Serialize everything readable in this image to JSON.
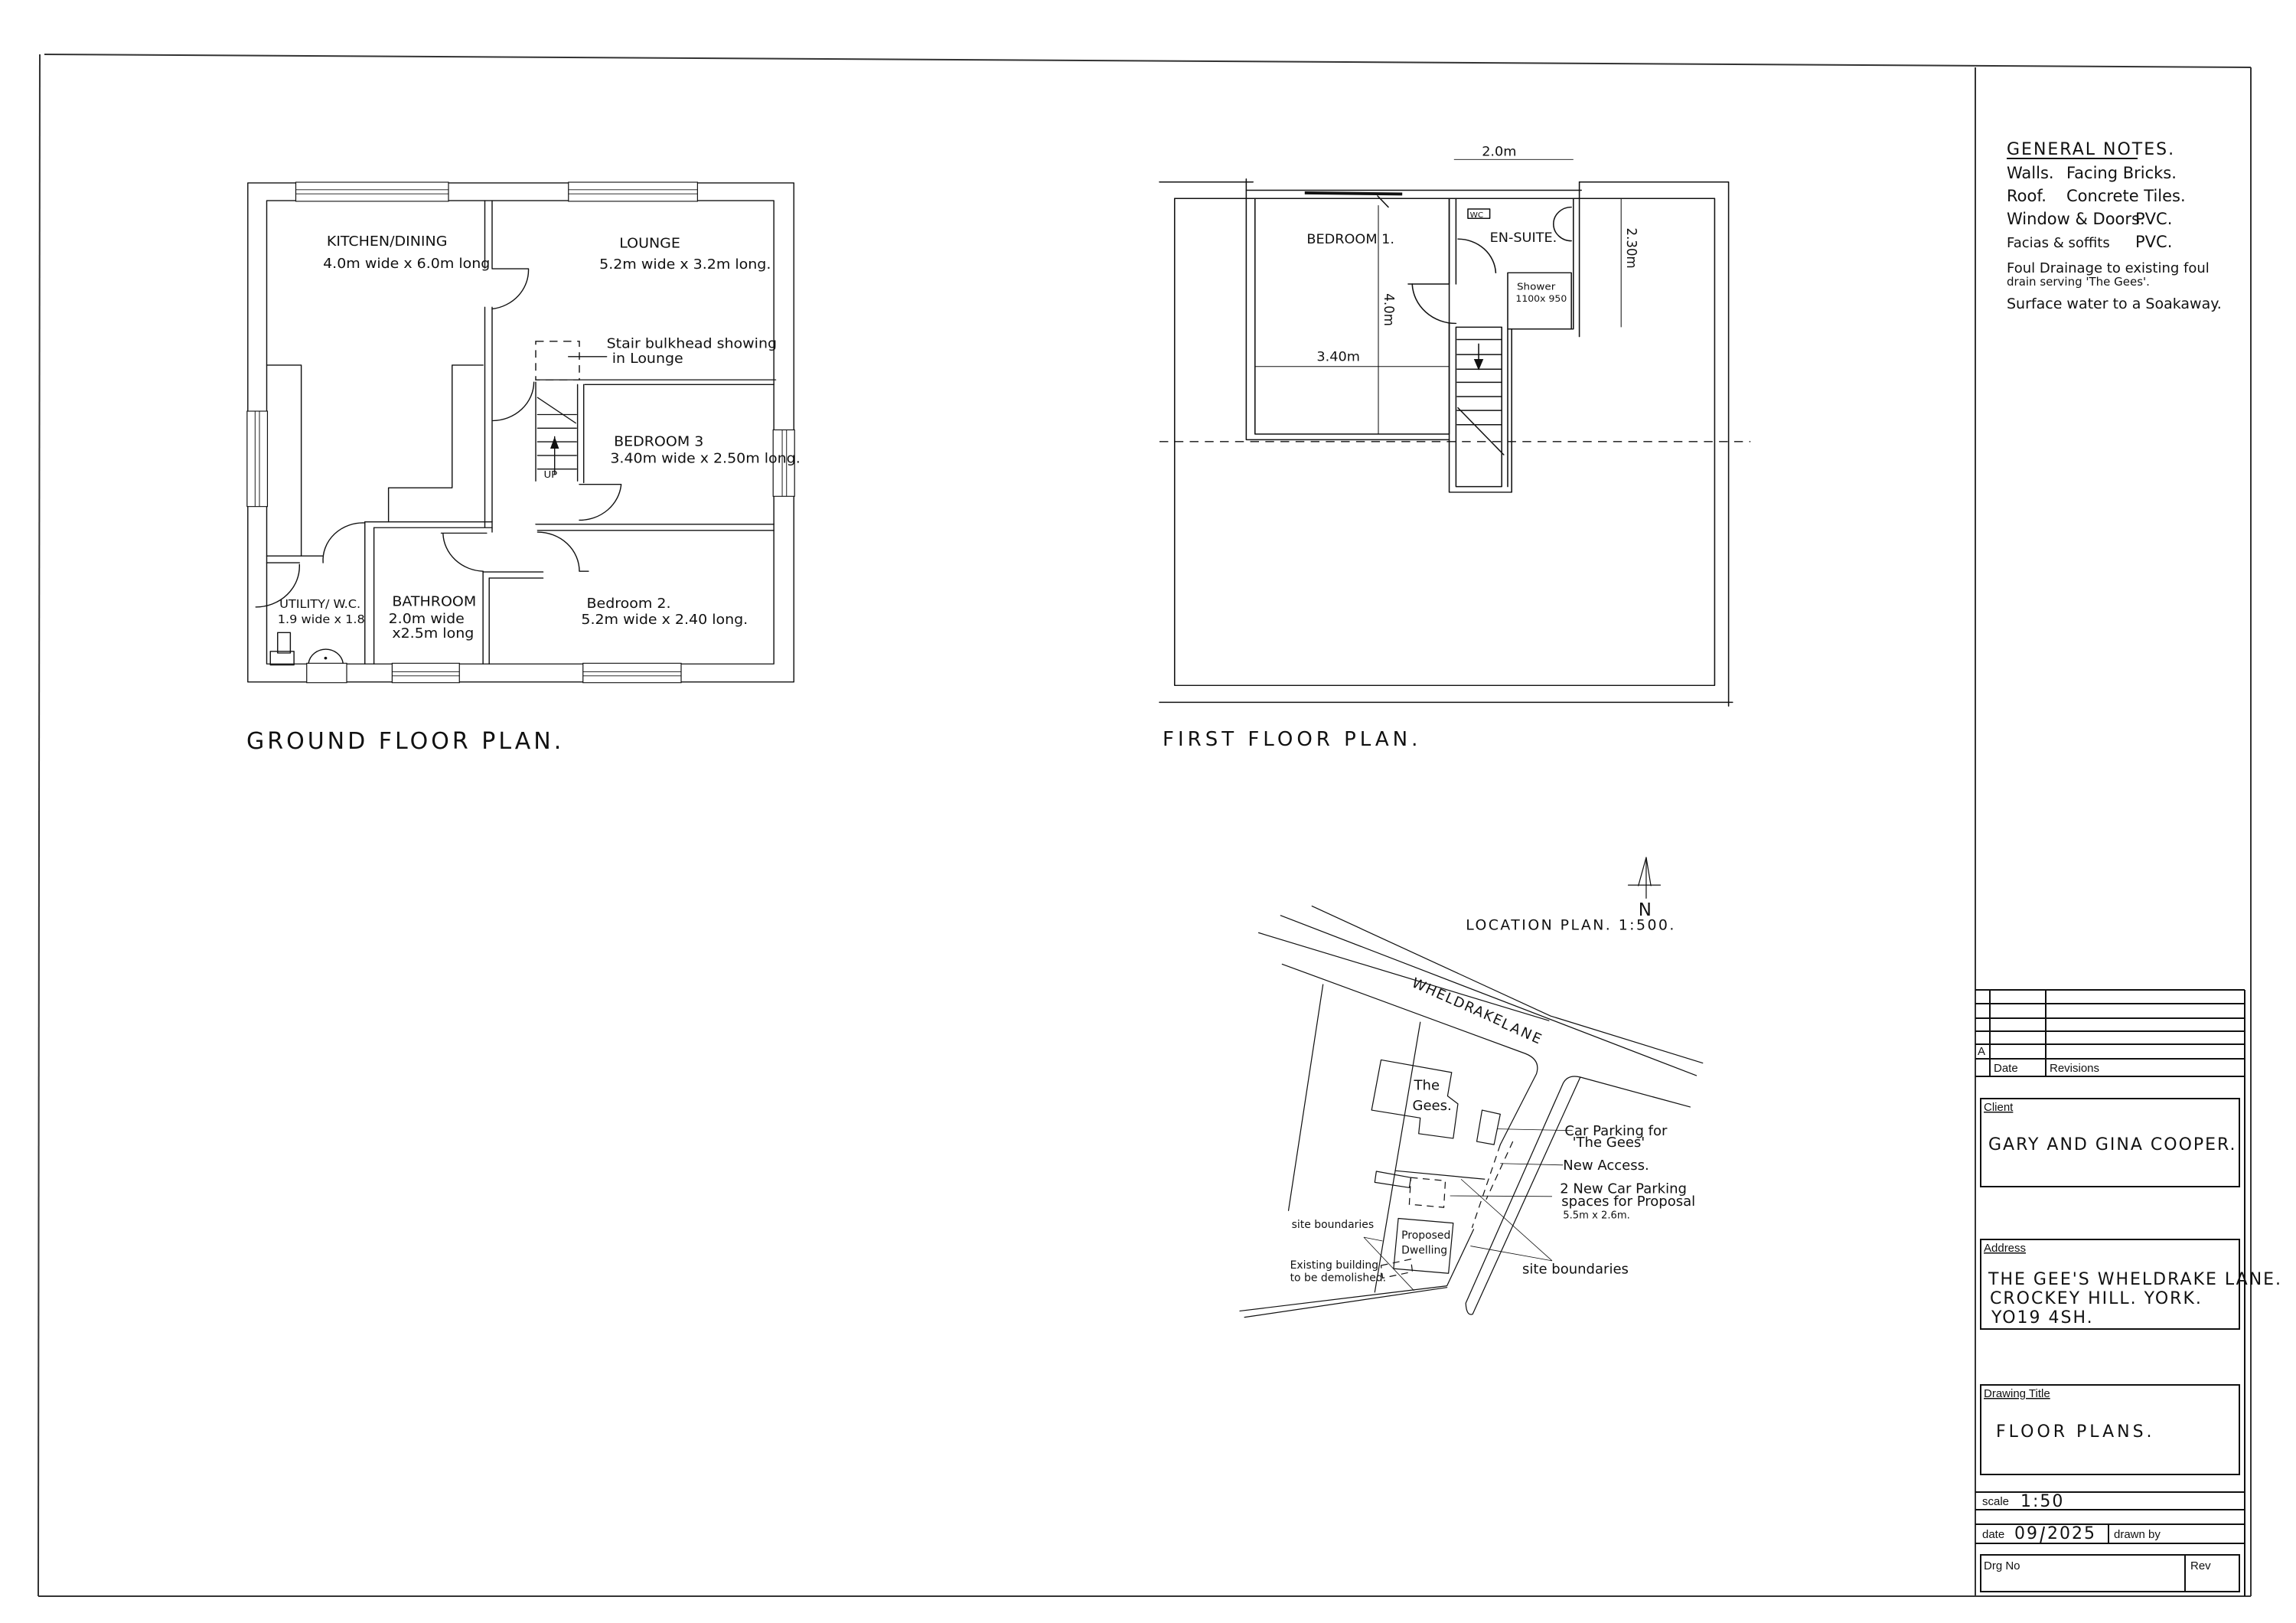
{
  "ground_floor": {
    "title": "GROUND FLOOR PLAN.",
    "kitchen": {
      "name": "KITCHEN/DINING",
      "size": "4.0m wide x 6.0m long"
    },
    "lounge": {
      "name": "LOUNGE",
      "size": "5.2m wide x 3.2m long."
    },
    "bedroom3": {
      "name": "BEDROOM 3",
      "size": "3.40m wide x 2.50m long."
    },
    "bedroom2": {
      "name": "Bedroom 2.",
      "size": "5.2m wide x 2.40 long."
    },
    "bathroom": {
      "name": "BATHROOM",
      "size1": "2.0m wide",
      "size2": "x2.5m long"
    },
    "utility": {
      "name": "UTILITY/ W.C.",
      "size": "1.9 wide x 1.8"
    },
    "stair_note": {
      "line1": "Stair bulkhead showing",
      "line2": "in Lounge"
    },
    "stair_label": "UP"
  },
  "first_floor": {
    "title": "FIRST FLOOR PLAN.",
    "bedroom1": "BEDROOM 1.",
    "ensuite": "EN-SUITE.",
    "wc": "WC",
    "shower": {
      "line1": "Shower",
      "line2": "1100x 950"
    },
    "dims": {
      "top": "2.0m",
      "ensuite_depth": "2.30m",
      "bedroom_depth": "4.0m",
      "bedroom_width": "3.40m"
    }
  },
  "location_plan": {
    "title": "LOCATION PLAN. 1:500.",
    "north": "N",
    "road1": "WHELDRAKE",
    "road2": "LANE",
    "the_gees": {
      "line1": "The",
      "line2": "Gees."
    },
    "car_parking": {
      "line1": "Car Parking for",
      "line2": "'The Gees'"
    },
    "new_access": "New Access.",
    "new_parking": {
      "line1": "2 New Car Parking",
      "line2": "spaces for Proposal",
      "line3": "5.5m x 2.6m."
    },
    "site_boundaries_left": "site boundaries",
    "site_boundaries_right": "site boundaries",
    "proposed": {
      "line1": "Proposed",
      "line2": "Dwelling"
    },
    "existing": {
      "line1": "Existing building",
      "line2": "to be demolished."
    }
  },
  "general_notes": {
    "title": "GENERAL NOTES.",
    "rows": [
      {
        "item": "Walls.",
        "spec": "Facing Bricks."
      },
      {
        "item": "Roof.",
        "spec": "Concrete Tiles."
      },
      {
        "item": "Window & Doors.",
        "spec": "PVC."
      },
      {
        "item": "Facias & soffits",
        "spec": "PVC."
      }
    ],
    "drainage1": "Foul Drainage to existing foul",
    "drainage2": "drain serving 'The Gees'.",
    "surface": "Surface water to a Soakaway."
  },
  "title_block": {
    "rev_letter": "A",
    "date_header": "Date",
    "revisions_header": "Revisions",
    "client_label": "Client",
    "client": "GARY AND GINA COOPER.",
    "address_label": "Address",
    "address1": "THE GEE'S WHELDRAKE LANE.",
    "address2": "CROCKEY HILL. YORK.",
    "address3": "YO19 4SH.",
    "drawing_title_label": "Drawing Title",
    "drawing_title": "FLOOR PLANS.",
    "scale_label": "scale",
    "scale": "1:50",
    "date_label": "date",
    "date_month": "09",
    "date_year": "2025",
    "drawn_by_label": "drawn by",
    "drg_no_label": "Drg No",
    "rev_label": "Rev"
  }
}
